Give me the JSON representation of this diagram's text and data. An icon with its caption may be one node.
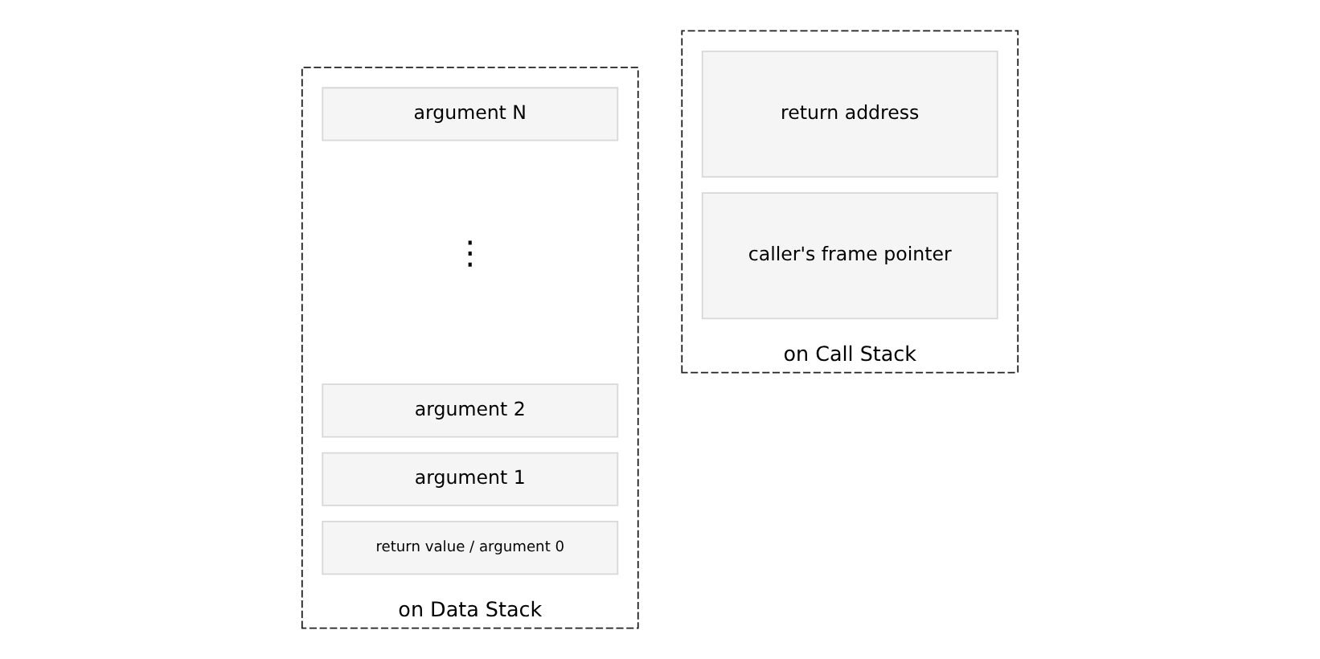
{
  "diagram": {
    "nodes": [
      {
        "text": [
          "on Data Stack"
        ]
      },
      {
        "text": [
          "argument N"
        ],
        "in": 0
      },
      {
        "text": [
          "argument 2"
        ],
        "in": 0
      },
      {
        "text": [
          "argument 1"
        ],
        "in": 0
      },
      {
        "text": [
          "return value / argument 0"
        ],
        "in": 0
      },
      {
        "text": [
          "on Call Stack"
        ]
      },
      {
        "text": [
          "return address"
        ],
        "in": 5
      },
      {
        "text": [
          "caller's frame pointer"
        ],
        "in": 5
      }
    ],
    "labels": [
      "⋮"
    ]
  }
}
